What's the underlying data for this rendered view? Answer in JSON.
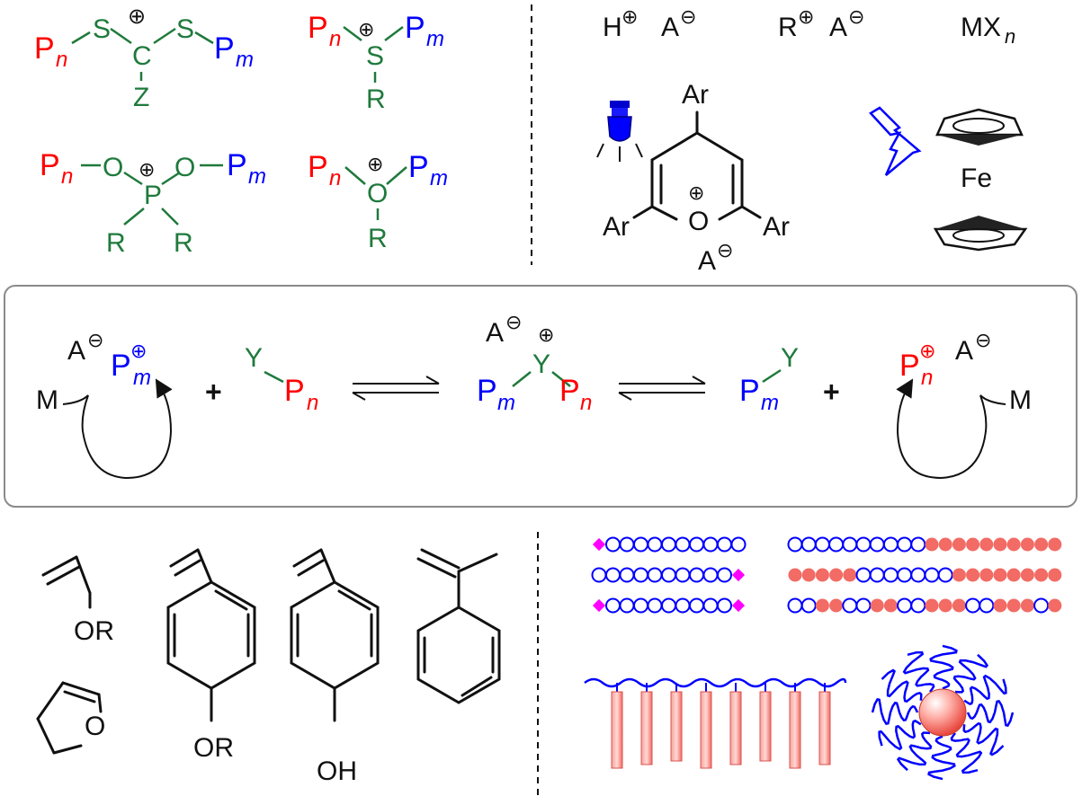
{
  "colors": {
    "red": "#ff0000",
    "blue": "#0000ff",
    "green": "#1f7a3c",
    "magenta": "#ff00ff",
    "salmon": "#f26b64",
    "black": "#111111"
  },
  "labels": {
    "P": "P",
    "n": "n",
    "m": "m",
    "S": "S",
    "C": "C",
    "Z": "Z",
    "R": "R",
    "O": "O",
    "Y": "Y",
    "M": "M",
    "H": "H",
    "A": "A",
    "Ar": "Ar",
    "Fe": "Fe",
    "MX": "MX",
    "OR": "OR",
    "OH": "OH",
    "plus": "+",
    "charge_plus": "⊕",
    "charge_minus": "⊖"
  },
  "icons": [
    "lamp-icon",
    "lightning-icon",
    "ferrocene-structure",
    "equilibrium-arrows-icon",
    "circular-arrow-icon",
    "polymer-chain-icon",
    "bottlebrush-icon",
    "star-polymer-icon"
  ],
  "chains": {
    "left": [
      [
        "m",
        "o",
        "o",
        "o",
        "o",
        "o",
        "o",
        "o",
        "o",
        "o",
        "o"
      ],
      [
        "o",
        "o",
        "o",
        "o",
        "o",
        "o",
        "o",
        "o",
        "o",
        "o",
        "m"
      ],
      [
        "m",
        "o",
        "o",
        "o",
        "o",
        "o",
        "o",
        "o",
        "o",
        "o",
        "m"
      ]
    ],
    "right": [
      [
        "o",
        "o",
        "o",
        "o",
        "o",
        "o",
        "o",
        "o",
        "o",
        "o",
        "f",
        "f",
        "f",
        "f",
        "f",
        "f",
        "f",
        "f",
        "f",
        "f"
      ],
      [
        "f",
        "f",
        "f",
        "f",
        "f",
        "o",
        "o",
        "o",
        "o",
        "o",
        "o",
        "o",
        "f",
        "f",
        "f",
        "f",
        "f",
        "f",
        "f",
        "f"
      ],
      [
        "o",
        "o",
        "f",
        "f",
        "o",
        "o",
        "f",
        "f",
        "o",
        "o",
        "f",
        "f",
        "f",
        "o",
        "o",
        "f",
        "f",
        "f",
        "o",
        "f"
      ]
    ]
  }
}
